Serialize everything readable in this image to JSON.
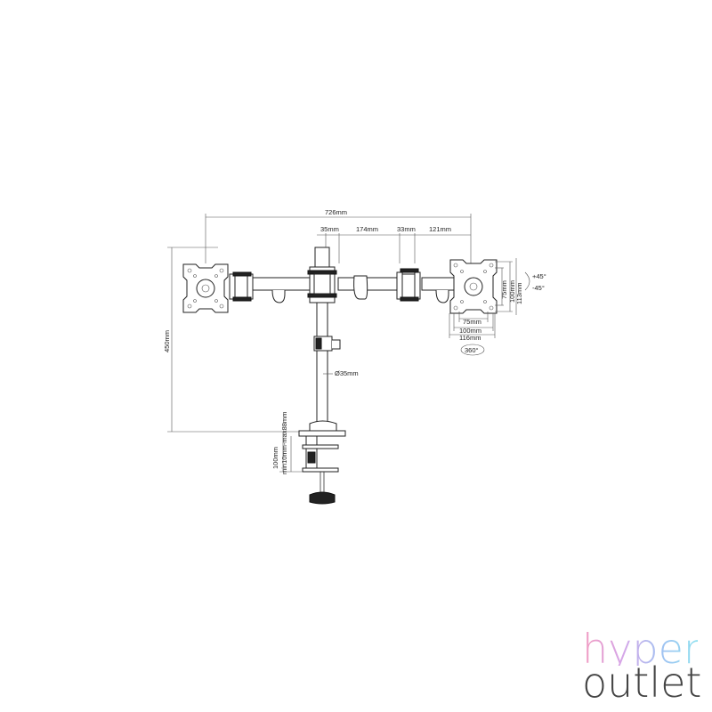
{
  "dimensions": {
    "total_width": "726mm",
    "pole_offset": "35mm",
    "arm_span": "174mm",
    "joint": "33mm",
    "end_arm": "121mm",
    "height": "450mm",
    "pole_diameter": "Ø35mm",
    "clamp_height": "100mm",
    "clamp_range": "min10mm-max88mm",
    "vesa_75_v": "75mm",
    "vesa_100_v": "100mm",
    "plate_113_v": "113mm",
    "vesa_75_h": "75mm",
    "vesa_100_h": "100mm",
    "plate_116_h": "116mm",
    "tilt_up": "+45°",
    "tilt_down": "-45°",
    "rotation": "360°"
  },
  "logo": {
    "line1": "hyper",
    "line2": "outlet"
  }
}
